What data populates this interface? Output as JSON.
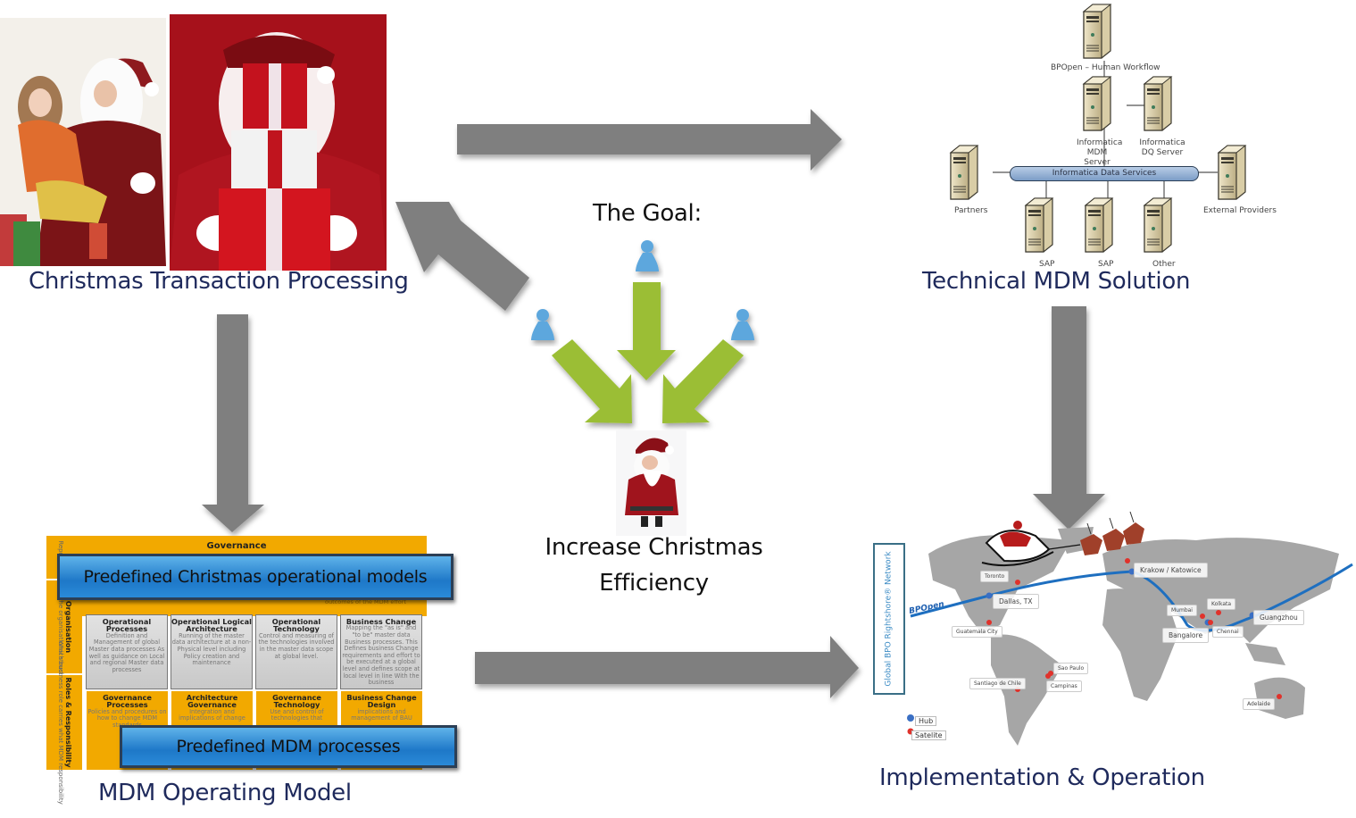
{
  "quadrants": {
    "top_left": {
      "caption": "Christmas Transaction Processing",
      "images": [
        "child-with-santa-photo",
        "santa-with-gifts-photo"
      ]
    },
    "top_right": {
      "caption": "Technical MDM Solution",
      "diagram": {
        "servers": {
          "workflow": "BPOpen – Human Workflow",
          "mdm": "Informatica MDM Server",
          "dq": "Informatica DQ Server",
          "partners": "Partners",
          "external": "External Providers",
          "sap1": "SAP",
          "sap2": "SAP",
          "other": "Other"
        },
        "bus": "Informatica Data Services"
      }
    },
    "bottom_left": {
      "caption": "MDM Operating Model",
      "model": {
        "governance": "Governance",
        "governance_fragment": "outcomes of the MDM effort",
        "organisation": {
          "title": "Organisation",
          "text": "Representation of the organisational structure for MDM"
        },
        "roles": {
          "title": "Roles & Responsibility",
          "text": "Which business role carries what MDM responsibility"
        },
        "operational_row": [
          {
            "title": "Operational Processes",
            "text": "Definition and Management of global Master data processes As well as guidance on Local and regional Master data processes"
          },
          {
            "title": "Operational Logical Architecture",
            "text": "Running of the master data architecture at a non-Physical level including Policy creation and maintenance"
          },
          {
            "title": "Operational Technology",
            "text": "Control and measuring of the technologies involved in the master data scope at global level."
          },
          {
            "title": "Business Change",
            "text": "Mapping the \"as is\" and \"to be\" master data Business processes. This Defines business Change requirements and effort to be executed at a global level and defines scope at local level in line With the business"
          }
        ],
        "governance_row": [
          {
            "title": "Governance Processes",
            "text": "Policies and procedures on how to change MDM standards"
          },
          {
            "title": "Architecture Governance",
            "text": "Integration and implications of change"
          },
          {
            "title": "Governance Technology",
            "text": "Use and control of technologies that"
          },
          {
            "title": "Business Change Design",
            "text": "implications and management of BAU"
          }
        ]
      },
      "banners": {
        "top": "Predefined Christmas operational models",
        "bottom": "Predefined MDM processes"
      }
    },
    "bottom_right": {
      "caption": "Implementation & Operation",
      "map": {
        "network_label": "Global BPO Rightshore® Network",
        "brand": "BPOpen",
        "cities": {
          "toronto": "Toronto",
          "dallas": "Dallas, TX",
          "guatemala": "Guatemala City",
          "santiago": "Santiago de Chile",
          "saopaulo": "Sao Paulo",
          "campinas": "Campinas",
          "krakow": "Krakow / Katowice",
          "mumbai": "Mumbai",
          "kolkata": "Kolkata",
          "bangalore": "Bangalore",
          "chennai": "Chennai",
          "guangzhou": "Guangzhou",
          "adelaide": "Adelaide"
        },
        "legend": {
          "hub": "Hub",
          "satellite": "Satelite"
        },
        "colors": {
          "hub": "#3a6fc4",
          "satellite": "#e0322b",
          "route": "#1e6fc0",
          "land": "#a6a6a6"
        }
      }
    }
  },
  "center": {
    "goal_label": "The Goal:",
    "result_label_line1": "Increase Christmas",
    "result_label_line2": "Efficiency"
  },
  "colors": {
    "arrow_gray": "#7f7f7f",
    "arrow_green": "#9bbe35",
    "pawn_blue": "#5da7dd",
    "caption_navy": "#1f2a5c"
  }
}
